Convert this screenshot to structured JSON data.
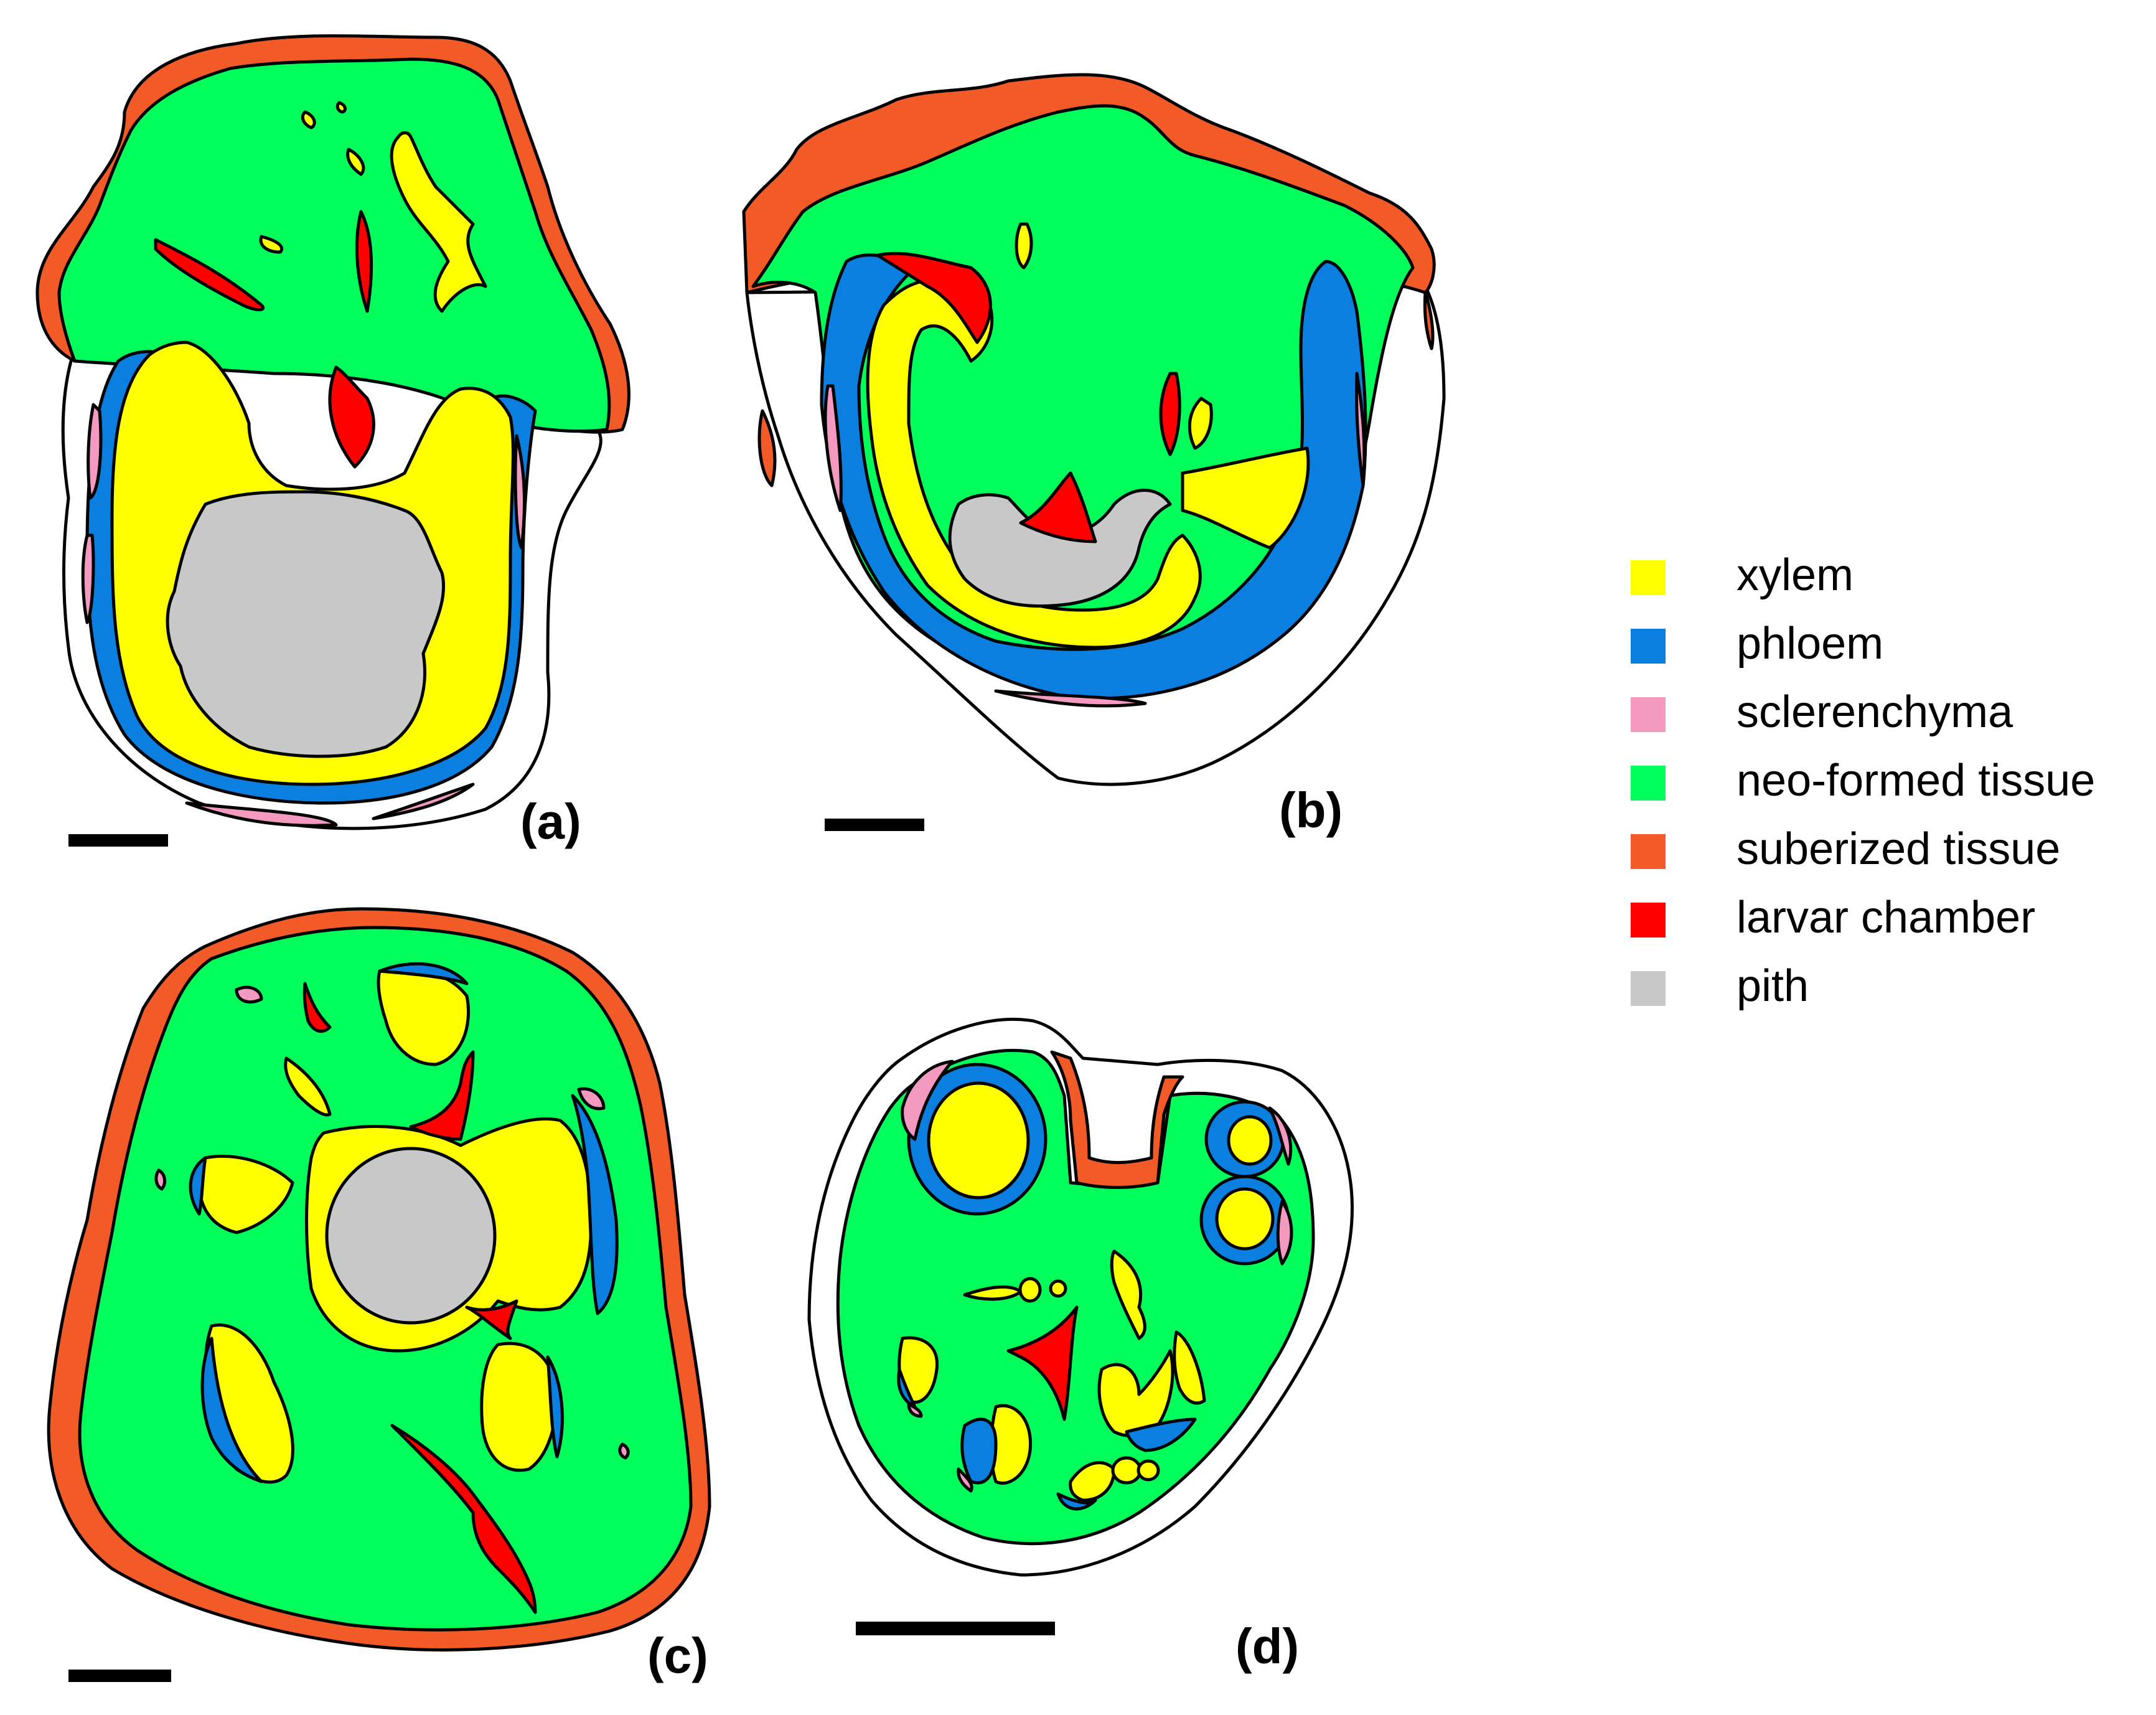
{
  "panels": [
    {
      "id": "a",
      "label": "(a)"
    },
    {
      "id": "b",
      "label": "(b)"
    },
    {
      "id": "c",
      "label": "(c)"
    },
    {
      "id": "d",
      "label": "(d)"
    }
  ],
  "legend": [
    {
      "key": "xylem",
      "label": "xylem",
      "color": "#FFFF00"
    },
    {
      "key": "phloem",
      "label": "phloem",
      "color": "#0A7FE0"
    },
    {
      "key": "sclerenchyma",
      "label": "sclerenchyma",
      "color": "#F49AC1"
    },
    {
      "key": "neo-formed",
      "label": "neo-formed tissue",
      "color": "#00FF5A"
    },
    {
      "key": "suberized",
      "label": "suberized tissue",
      "color": "#F25A28"
    },
    {
      "key": "larvar",
      "label": "larvar chamber",
      "color": "#FF0000"
    },
    {
      "key": "pith",
      "label": "pith",
      "color": "#C8C8C8"
    }
  ]
}
